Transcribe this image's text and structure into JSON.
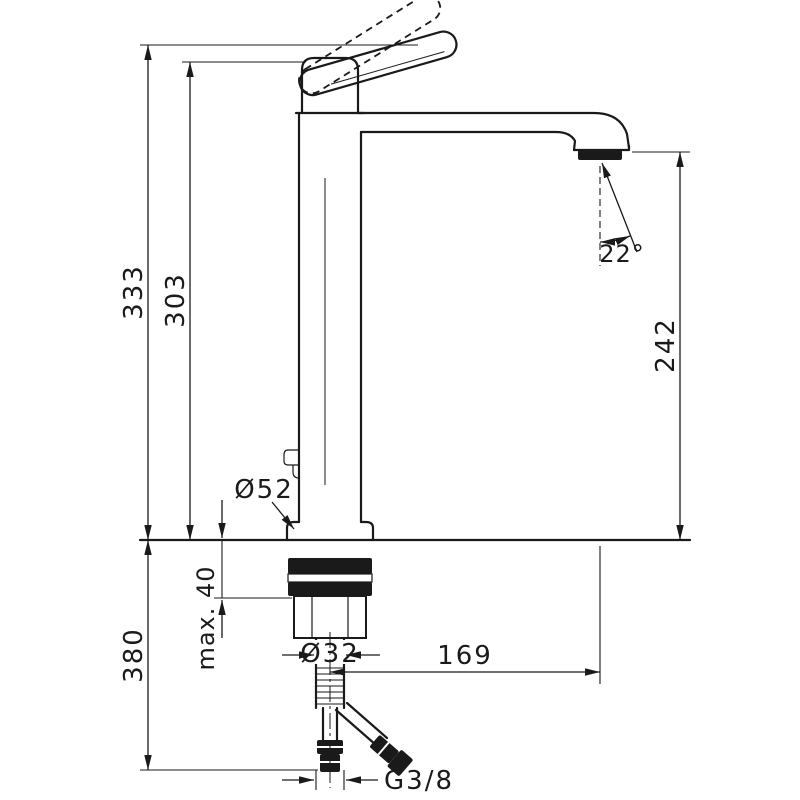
{
  "page": {
    "background": "#ffffff",
    "ink": "#1a1a1a",
    "description": "technical dimension drawing of a tall single-hole basin mixer faucet"
  },
  "labels": {
    "overall_height": "333",
    "height_to_body_top": "303",
    "spout_outlet_height": "242",
    "spray_angle": "22°",
    "base_diameter": "Ø52",
    "max_mounting_thickness": "max. 40",
    "below_deck_length": "380",
    "shaft_diameter": "Ø32",
    "spout_reach": "169",
    "supply_connection": "G3/8"
  }
}
